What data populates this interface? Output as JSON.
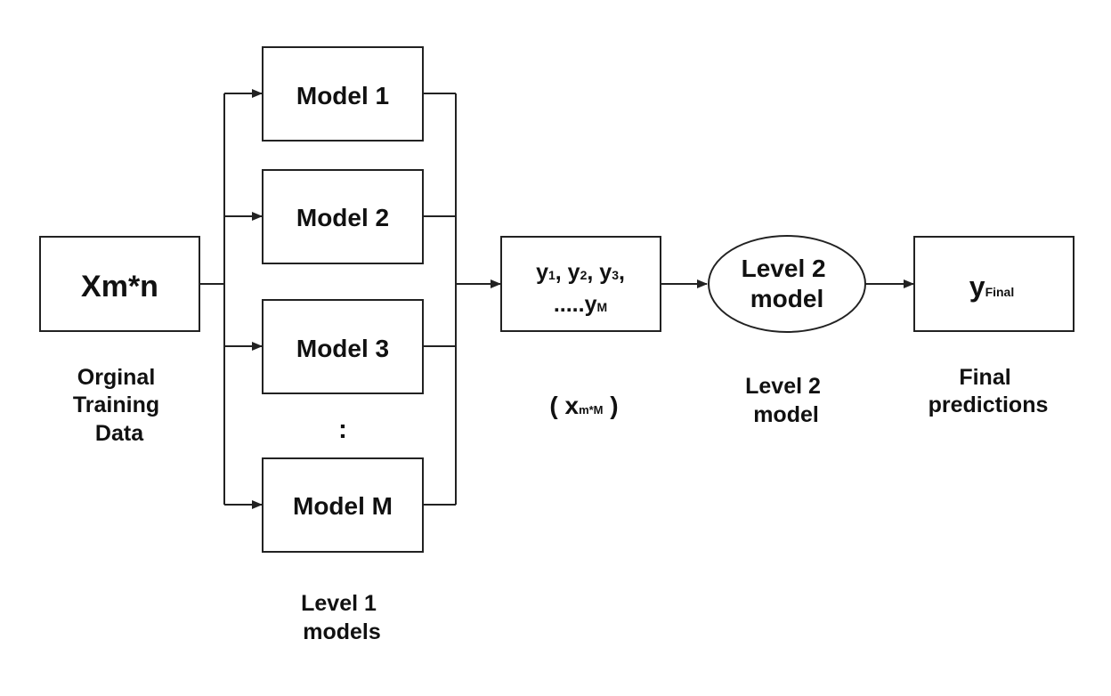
{
  "input": {
    "label": "Xm*n",
    "caption": [
      "Orginal",
      "Training",
      "Data"
    ]
  },
  "level1": {
    "models": [
      "Model 1",
      "Model 2",
      "Model 3",
      "Model M"
    ],
    "ellipsis": ":",
    "caption": [
      "Level 1",
      "models"
    ]
  },
  "meta_features": {
    "line1": [
      {
        "base": "y",
        "sub": "1",
        "suffix": ", "
      },
      {
        "base": "y",
        "sub": "2",
        "suffix": ", "
      },
      {
        "base": "y",
        "sub": "3",
        "suffix": ","
      }
    ],
    "line2_prefix": ".....",
    "line2_base": "y",
    "line2_sub": "M",
    "caption_open": "( ",
    "caption_base": "x",
    "caption_sub": "m*M",
    "caption_close": " )"
  },
  "level2": {
    "label": [
      "Level 2",
      "model"
    ],
    "caption": [
      "Level 2",
      "model"
    ]
  },
  "output": {
    "base": "y",
    "sub": "Final",
    "caption": [
      "Final",
      "predictions"
    ]
  }
}
